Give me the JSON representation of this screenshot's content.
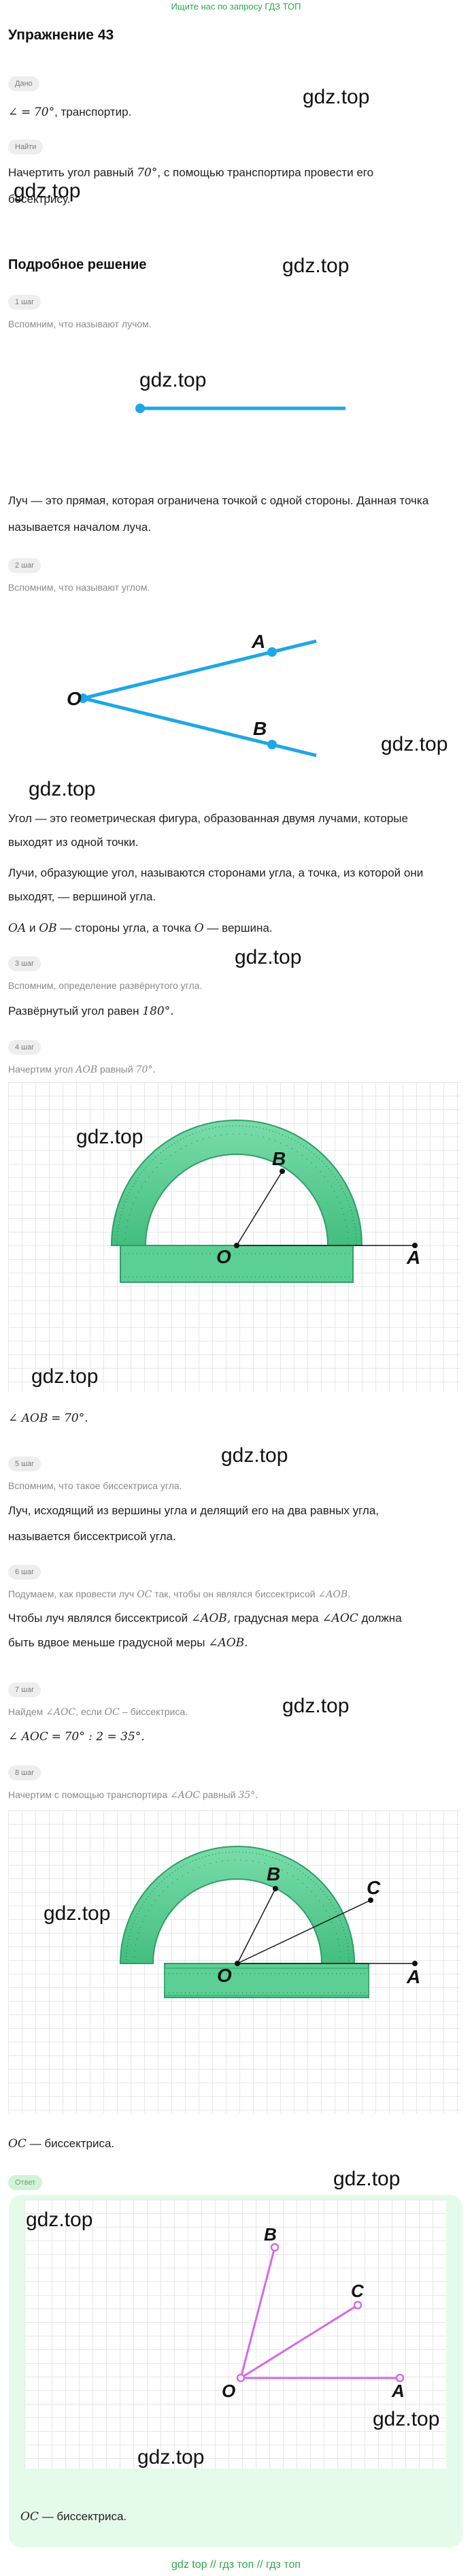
{
  "banner": "Ищите нас по запросу ГДЗ ТОП",
  "title": "Упражнение 43",
  "watermark": "gdz.top",
  "given": {
    "chip": "Дано",
    "angle_symbol": "∠",
    "equals": "=",
    "value": "70°",
    "rest": ", транспортир."
  },
  "find": {
    "chip": "Найти",
    "line1_pre": "Начертить угол равный",
    "line1_value": "70°",
    "line1_post": ", с помощью транспортира провести его",
    "line2": "бесектрису."
  },
  "solution_title": "Подробное решение",
  "steps": [
    {
      "chip": "1 шаг",
      "note": "Вспомним, что называют лучом."
    },
    {
      "chip": "2 шаг",
      "note": "Вспомним, что называют углом."
    },
    {
      "chip": "3 шаг",
      "note": "Вспомним, определение развёрнутого угла."
    },
    {
      "chip": "4 шаг",
      "note_pre": "Начертим угол",
      "note_math": "AOB",
      "note_post": "равный",
      "note_value": "70°."
    },
    {
      "chip": "5 шаг",
      "note": "Вспомним, что такое биссектриса угла."
    },
    {
      "chip": "6 шаг",
      "note_pre": "Подумаем, как провести луч",
      "note_math": "OC",
      "note_mid": "так, чтобы он являлся биссектрисой",
      "note_math2": "∠AOB."
    },
    {
      "chip": "7 шаг",
      "note_pre": "Найдем",
      "note_math": "∠AOC",
      "note_mid": ", если",
      "note_math2": "OC",
      "note_post": "– биссектриса."
    },
    {
      "chip": "8 шаг",
      "note_pre": "Начертим с помощью транспортира",
      "note_math": "∠AOC",
      "note_post": "равный",
      "note_value": "35°."
    }
  ],
  "ray_text": {
    "line1": "Луч — это прямая, которая ограничена точкой с одной стороны. Данная точка",
    "line2": "называется началом луча."
  },
  "angle_text": {
    "line1": "Угол — это геометрическая фигура, образованная двумя лучами, которые",
    "line2": "выходят из одной точки.",
    "line3": "Лучи, образующие угол, называются сторонами угла, а точка, из которой они",
    "line4": "выходят, — вершиной угла.",
    "sides_math": "OA",
    "sides_and": "и",
    "sides_math2": "OB",
    "sides_mid": "— стороны угла, а точка",
    "sides_math3": "O",
    "sides_post": "— вершина."
  },
  "straight_angle": {
    "pre": "Развёрнутый угол равен",
    "value": "180°."
  },
  "step4_result": {
    "math": "∠ AOB",
    "equals": "=",
    "value": "70°."
  },
  "bisector_text": {
    "line1": "Луч, исходящий из вершины угла и делящий его на два равных угла,",
    "line2": "называется биссектрисой угла."
  },
  "step6_text": {
    "pre": "Чтобы луч являлся биссектрисой",
    "math1": "∠AOB,",
    "mid": "градусная мера",
    "math2": "∠AOC",
    "post": "должна",
    "line2_pre": "быть вдвое меньше градусной меры",
    "line2_math": "∠AOB."
  },
  "step7_formula": {
    "math": "∠ AOC",
    "equals": "=",
    "value": "70° : 2 = 35°."
  },
  "oc_bisector": {
    "math": "OC",
    "text": "— биссектриса."
  },
  "answer": {
    "chip": "Ответ",
    "math": "OC",
    "text": "— биссектриса."
  },
  "labels": {
    "O": "O",
    "A": "A",
    "B": "B",
    "C": "C"
  },
  "footer": "gdz top  //  гдз топ  //  гдз топ",
  "colors": {
    "accent_green": "#2ba84a",
    "ray_blue": "#1ea7e6",
    "protractor_green": "#5bcf94",
    "answer_purple": "#d36bea",
    "answer_bg": "#e5fbe9"
  }
}
